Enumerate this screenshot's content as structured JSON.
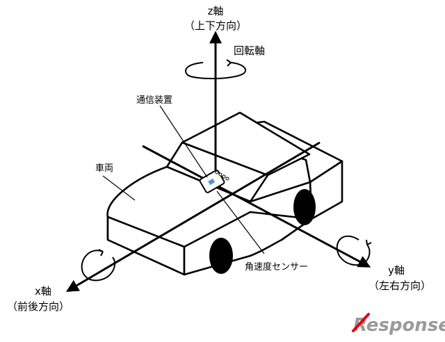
{
  "axes": {
    "z": {
      "name": "z軸",
      "direction": "（上下方向）"
    },
    "y": {
      "name": "y軸",
      "direction": "（左右方向）"
    },
    "x": {
      "name": "x軸",
      "direction": "（前後方向）"
    }
  },
  "labels": {
    "rotation_axis": "回転軸",
    "comm_device": "通信装置",
    "vehicle": "車両",
    "gyro_sensor": "角速度センサー"
  },
  "watermark": {
    "text": "Response."
  },
  "colors": {
    "line": "#000000",
    "sensor_blue": "#5b8fd6",
    "logo_red": "#e60012",
    "logo_gray": "#9a9a9a"
  }
}
